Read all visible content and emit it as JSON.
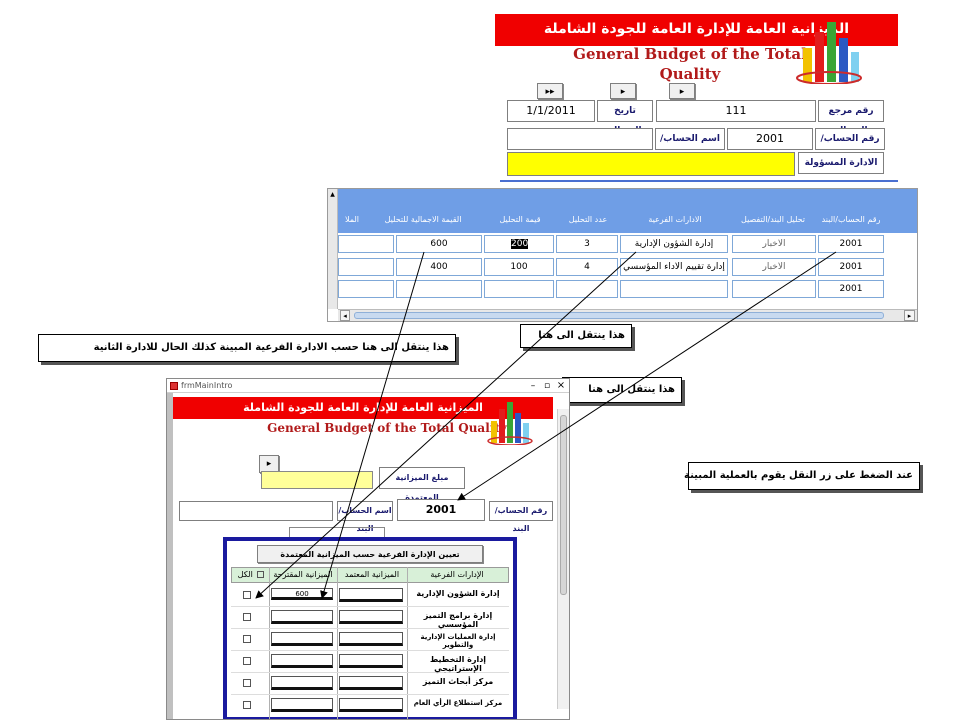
{
  "top_form": {
    "title_ar": "الميزانية العامة للإدارة العامة للجودة الشاملة",
    "title_en": "General Budget of the Total Quality",
    "nav_buttons": [
      "▸▸",
      "▸",
      "▸"
    ],
    "ref_no_label": "رقم مرجع الرسالة",
    "ref_no_value": "111",
    "date_label": "تاريخ الرسالة",
    "date_value": "1/1/2011",
    "acct_no_label": "رقم الحساب/ البند",
    "acct_no_value": "2001",
    "acct_name_label": "اسم الحساب/ البند",
    "acct_name_value": "",
    "dept_label": "الادارة المسؤولة",
    "dept_value": ""
  },
  "grid": {
    "columns": [
      "رقم الحساب/البند",
      "تحليل البند/التفصيل",
      "الادارات الفرعية",
      "عدد التحليل",
      "قيمة التحليل",
      "القيمة الاجمالية للتحليل",
      "الملا"
    ],
    "rows": [
      [
        "2001",
        "الاخبار",
        "إدارة الشؤون الإدارية",
        "3",
        "200",
        "600"
      ],
      [
        "2001",
        "الاخبار",
        "إدارة تقييم الاداء المؤسسي",
        "4",
        "100",
        "400"
      ],
      [
        "2001",
        "",
        "",
        "",
        "",
        ""
      ]
    ]
  },
  "notes": {
    "note1": "هذا ينتقل الى هنا حسب الادارة الفرعية المبينة كذلك الحال للادارة الثانية",
    "note2": "هذا ينتقل الى هنا",
    "note3": "هذا ينتقل الى هنا",
    "note4": "عند الضغط على زر النقل يقوم بالعملية المبينة"
  },
  "bottom_form": {
    "window_title": "frmMainIntro",
    "window_controls": [
      "–",
      "▫",
      "×"
    ],
    "title_ar": "الميزانية العامة للإدارة العامة للجودة الشاملة",
    "title_en": "General Budget of the Total Quality",
    "nav_button": "▸",
    "approved_budget_label": "مبلغ الميزانية المعتمدة",
    "acct_no_label": "رقم الحساب/ البند",
    "acct_no_value": "2001",
    "acct_name_label": "اسم الحساب/ البند",
    "sub_title": "تعيين الإدارة الفرعية حسب الميزانية المعتمدة",
    "sub_headers": [
      "الإدارات الفرعية",
      "الميزانية المعتمد",
      "الميزانية المقترحة",
      "الكل"
    ],
    "sub_rows": [
      {
        "name": "إدارة الشؤون الإدارية",
        "proposed": "600"
      },
      {
        "name": "إدارة برامج التميز المؤسسي",
        "proposed": ""
      },
      {
        "name": "إدارة العمليات الإدارية والتطوير",
        "proposed": ""
      },
      {
        "name": "إدارة التخطيط الإستراتيجي",
        "proposed": ""
      },
      {
        "name": "مركز أبحاث التميز",
        "proposed": ""
      },
      {
        "name": "مركز استطلاع الرأي العام",
        "proposed": ""
      }
    ]
  },
  "colors": {
    "red": "#f00000",
    "blue_header": "#6f9ee6",
    "yellow": "#ffff00",
    "light_yellow": "#ffff99",
    "navy": "#1a1a9e"
  }
}
